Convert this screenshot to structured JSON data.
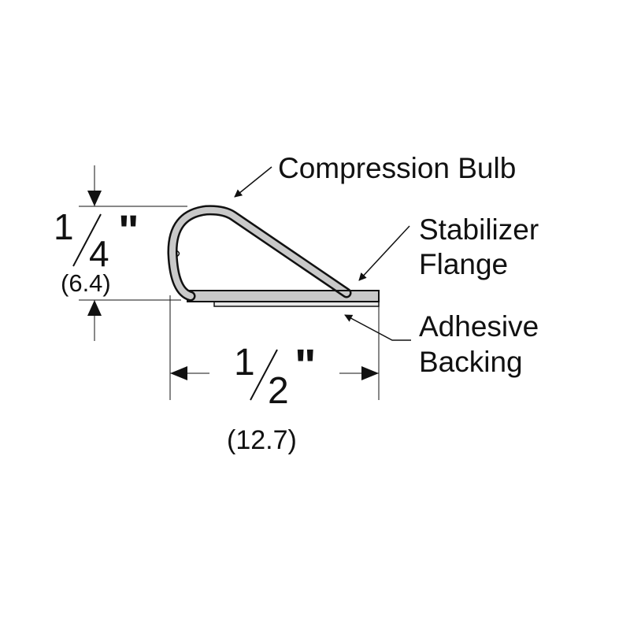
{
  "labels": {
    "compression_bulb": "Compression Bulb",
    "stabilizer_line1": "Stabilizer",
    "stabilizer_line2": "Flange",
    "adhesive_line1": "Adhesive",
    "adhesive_line2": "Backing"
  },
  "height_dim": {
    "numerator": "1",
    "denominator": "4",
    "inch_mark": "\"",
    "metric": "(6.4)"
  },
  "width_dim": {
    "numerator": "1",
    "denominator": "2",
    "inch_mark": "\"",
    "metric": "(12.7)"
  },
  "colors": {
    "line": "#111111",
    "profile_fill": "#c9c9c9",
    "background": "#ffffff"
  }
}
